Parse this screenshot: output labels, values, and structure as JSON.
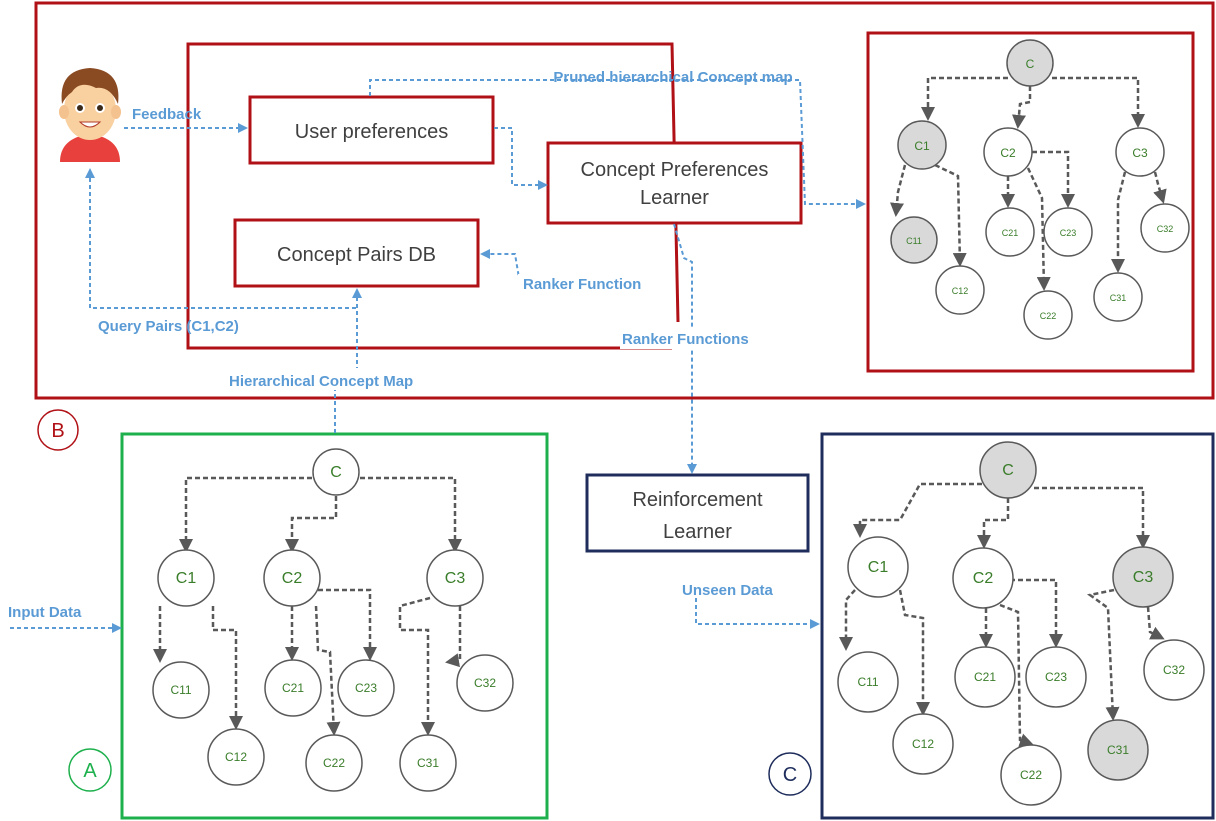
{
  "colors": {
    "red_border": "#b01116",
    "green_border": "#1db04c",
    "navy_border": "#1f2d5c",
    "dashed_blue": "#5b9bd5",
    "dashed_gray": "#595959",
    "node_gray_fill": "#d9d9d9",
    "node_text": "#3a7d2a"
  },
  "icons": {
    "user": "user-avatar-icon"
  },
  "boxes": {
    "user_preferences": "User preferences",
    "concept_preferences_line1": "Concept Preferences",
    "concept_preferences_line2": "Learner",
    "concept_pairs_db": "Concept Pairs DB",
    "reinforcement_line1": "Reinforcement",
    "reinforcement_line2": "Learner"
  },
  "edge_labels": {
    "feedback": "Feedback",
    "pruned_map": "Pruned hierarchical Concept map",
    "ranker_function": "Ranker Function",
    "ranker_functions": "Ranker Functions",
    "query_pairs": "Query Pairs (C1,C2)",
    "hierarchical_map": "Hierarchical Concept Map",
    "input_data": "Input Data",
    "unseen_data": "Unseen Data"
  },
  "panel_labels": {
    "A": "A",
    "B": "B",
    "C": "C"
  },
  "tree_nodes": [
    "C",
    "C1",
    "C2",
    "C3",
    "C11",
    "C12",
    "C21",
    "C22",
    "C23",
    "C31",
    "C32"
  ],
  "highlight": {
    "pruned_map": [
      "C",
      "C1",
      "C11"
    ],
    "reinforcement_output": [
      "C",
      "C3",
      "C31"
    ]
  }
}
